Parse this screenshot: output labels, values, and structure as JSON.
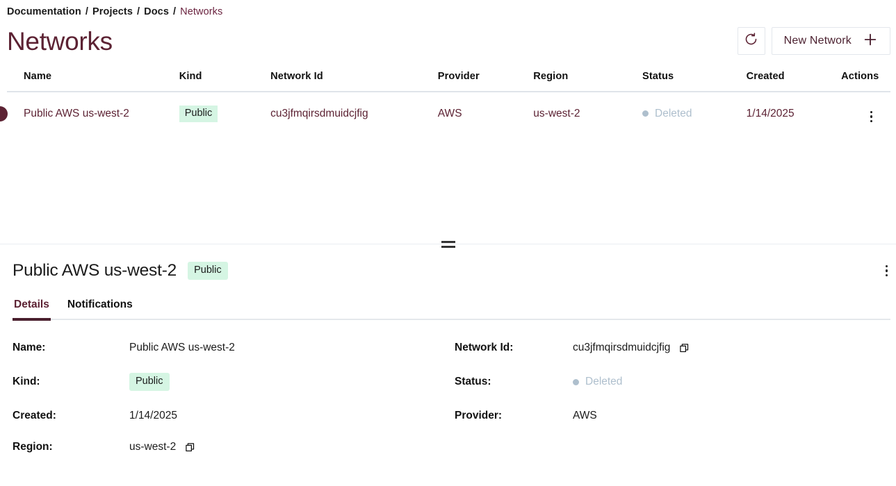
{
  "breadcrumb": {
    "items": [
      {
        "label": "Documentation",
        "active": false
      },
      {
        "label": "Projects",
        "active": false
      },
      {
        "label": "Docs",
        "active": false
      },
      {
        "label": "Networks",
        "active": true
      }
    ],
    "separator": "/"
  },
  "header": {
    "title": "Networks",
    "refresh_icon": "refresh-icon",
    "new_button_label": "New Network",
    "plus_icon": "plus-icon"
  },
  "table": {
    "columns": [
      "Name",
      "Kind",
      "Network Id",
      "Provider",
      "Region",
      "Status",
      "Created",
      "Actions"
    ],
    "rows": [
      {
        "name": "Public AWS us-west-2",
        "kind": "Public",
        "network_id": "cu3jfmqirsdmuidcjfig",
        "provider": "AWS",
        "region": "us-west-2",
        "status": "Deleted",
        "created": "1/14/2025",
        "actions_icon": "kebab-menu-icon",
        "selected": true
      }
    ]
  },
  "detail": {
    "title": "Public AWS us-west-2",
    "badge": "Public",
    "menu_icon": "kebab-menu-icon",
    "tabs": [
      {
        "label": "Details",
        "active": true
      },
      {
        "label": "Notifications",
        "active": false
      }
    ],
    "fields": {
      "name_label": "Name:",
      "name_value": "Public AWS us-west-2",
      "network_id_label": "Network Id:",
      "network_id_value": "cu3jfmqirsdmuidcjfig",
      "kind_label": "Kind:",
      "kind_value": "Public",
      "status_label": "Status:",
      "status_value": "Deleted",
      "created_label": "Created:",
      "created_value": "1/14/2025",
      "provider_label": "Provider:",
      "provider_value": "AWS",
      "region_label": "Region:",
      "region_value": "us-west-2"
    }
  },
  "colors": {
    "accent": "#5c2233",
    "accent_dark": "#4a1f2e",
    "badge_bg": "#d5f5e3",
    "status_muted": "#aebfcd",
    "divider": "#dfe4ea"
  }
}
